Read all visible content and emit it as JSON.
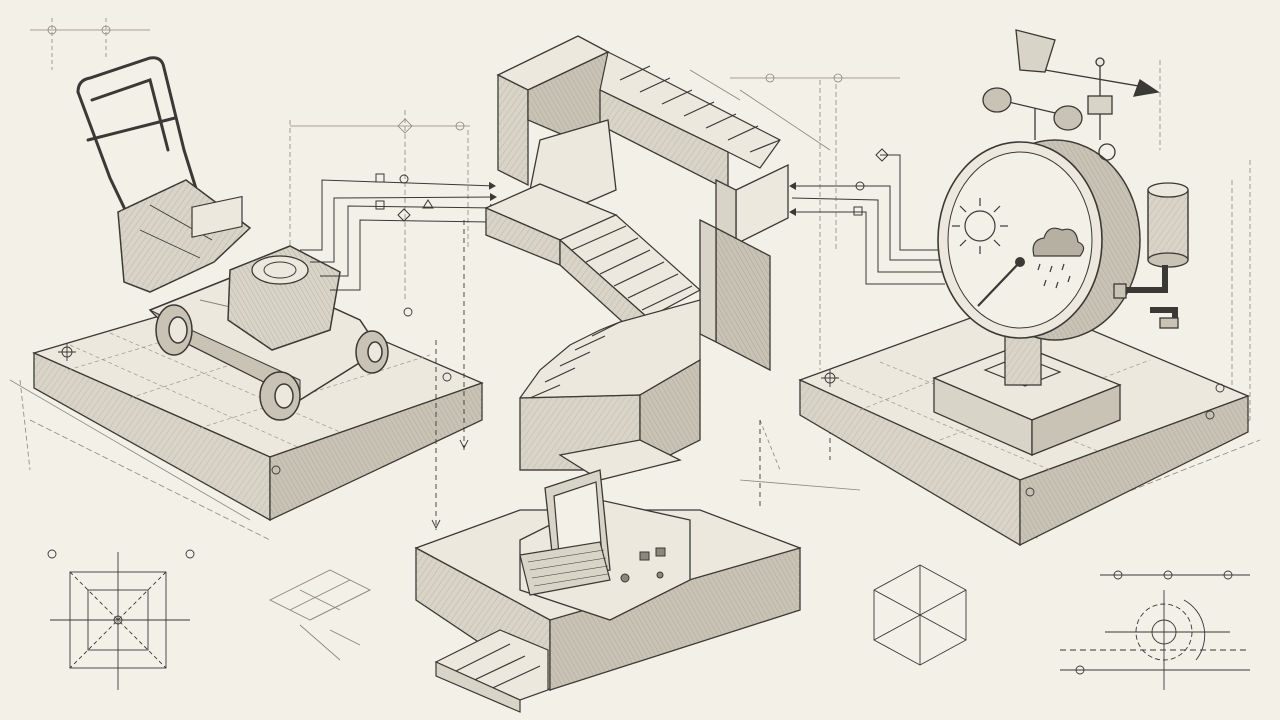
{
  "palette": {
    "paper": "#f3f0e7",
    "ink": "#3b3935",
    "ink_light": "#8b877d",
    "shade_top": "#ecE8dd",
    "shade_left": "#d9d4c8",
    "shade_right": "#c9c3b5",
    "hatch": "#a9a396"
  },
  "scene": {
    "left_platform": {
      "object": "lawn-mower"
    },
    "center_structure": {
      "object": "impossible-staircase",
      "terminal": "computer-terminal"
    },
    "right_platform": {
      "object": "weather-station",
      "dial_icons": [
        "sun-icon",
        "rain-cloud-icon"
      ]
    }
  },
  "connections": [
    {
      "from": "lawn-mower",
      "to": "impossible-staircase",
      "style": "routed-lines-with-arrows"
    },
    {
      "from": "weather-station",
      "to": "impossible-staircase",
      "style": "routed-lines-with-arrows"
    },
    {
      "from": "impossible-staircase",
      "to": "computer-terminal",
      "style": "dashed-dimension-lines"
    }
  ],
  "drafting_marks": [
    "crosshair-grid",
    "isometric-cube-sketch",
    "circle-centerline-detail",
    "skewed-tile-sketch"
  ]
}
